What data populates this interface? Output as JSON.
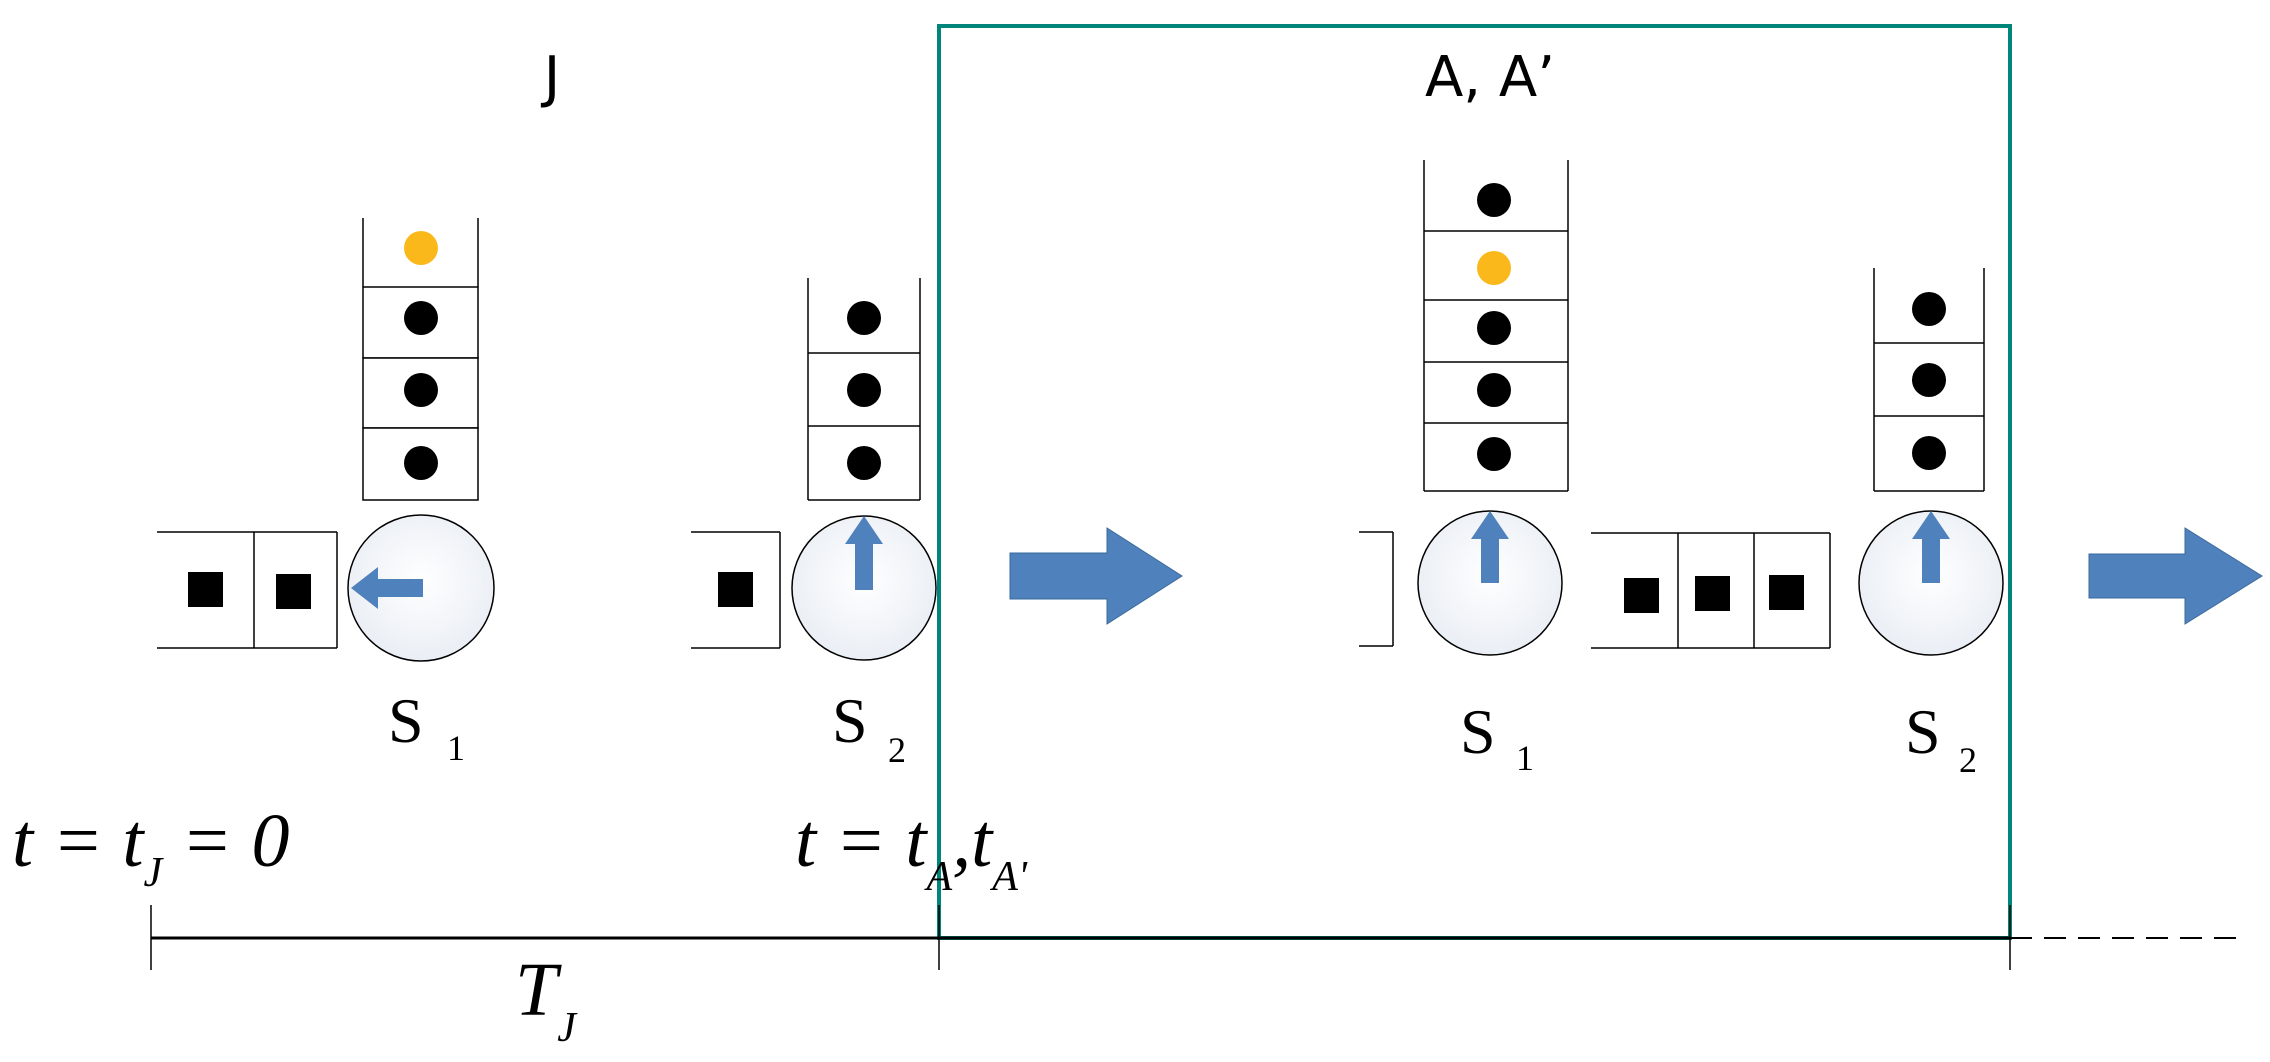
{
  "colors": {
    "blue": "#4f81bd",
    "gold": "#fbb81b",
    "teal": "#00857a",
    "black": "#000000"
  },
  "state_j": {
    "title": "J",
    "server1": {
      "letter": "S",
      "index": "1"
    },
    "server2": {
      "letter": "S",
      "index": "2"
    }
  },
  "state_a": {
    "title": "A, A’",
    "server1": {
      "letter": "S",
      "index": "1"
    },
    "server2": {
      "letter": "S",
      "index": "2"
    }
  },
  "timeline": {
    "t0_main": "t = t",
    "t0_sub": "J",
    "t0_tail": " = 0",
    "ta_main": "t = t",
    "ta_sub1": "A",
    "ta_comma": ",t",
    "ta_sub2": "A'",
    "tj_main": "T",
    "tj_sub": "J"
  }
}
